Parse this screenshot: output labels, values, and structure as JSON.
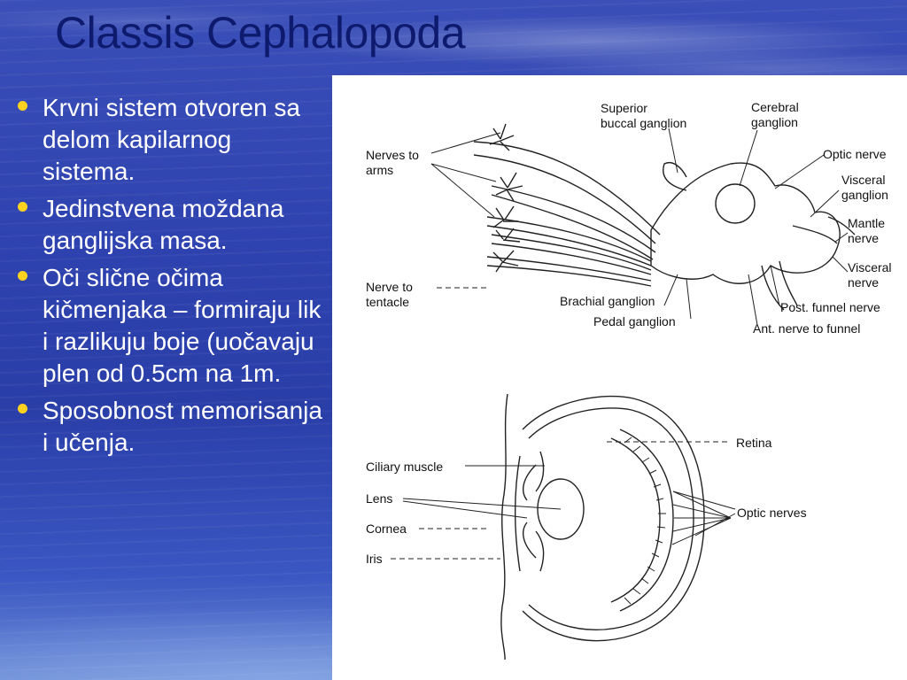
{
  "slide": {
    "title": "Classis Cephalopoda",
    "bullets": [
      "Krvni sistem otvoren sa delom kapilarnog sistema.",
      "Jedinstvena moždana ganglijska masa.",
      "Oči slične očima kičmenjaka – formiraju lik i razlikuju boje (uočavaju plen od 0.5cm na 1m.",
      "Sposobnost memorisanja i učenja."
    ]
  },
  "nervous_diagram": {
    "labels": {
      "nerves_to_arms_1": "Nerves to",
      "nerves_to_arms_2": "arms",
      "superior_buccal_1": "Superior",
      "superior_buccal_2": "buccal ganglion",
      "cerebral_1": "Cerebral",
      "cerebral_2": "ganglion",
      "optic_nerve": "Optic nerve",
      "visceral_ganglion_1": "Visceral",
      "visceral_ganglion_2": "ganglion",
      "mantle_nerve_1": "Mantle",
      "mantle_nerve_2": "nerve",
      "visceral_nerve_1": "Visceral",
      "visceral_nerve_2": "nerve",
      "nerve_to_tentacle_1": "Nerve to",
      "nerve_to_tentacle_2": "tentacle",
      "brachial": "Brachial ganglion",
      "pedal": "Pedal ganglion",
      "post_funnel": "Post. funnel nerve",
      "ant_funnel": "Ant. nerve to funnel"
    }
  },
  "eye_diagram": {
    "labels": {
      "retina": "Retina",
      "ciliary": "Ciliary muscle",
      "lens": "Lens",
      "cornea": "Cornea",
      "iris": "Iris",
      "optic_nerves": "Optic nerves"
    }
  },
  "colors": {
    "title": "#0d1a6e",
    "bullet_dot": "#ffd21f",
    "text": "#ffffff"
  }
}
